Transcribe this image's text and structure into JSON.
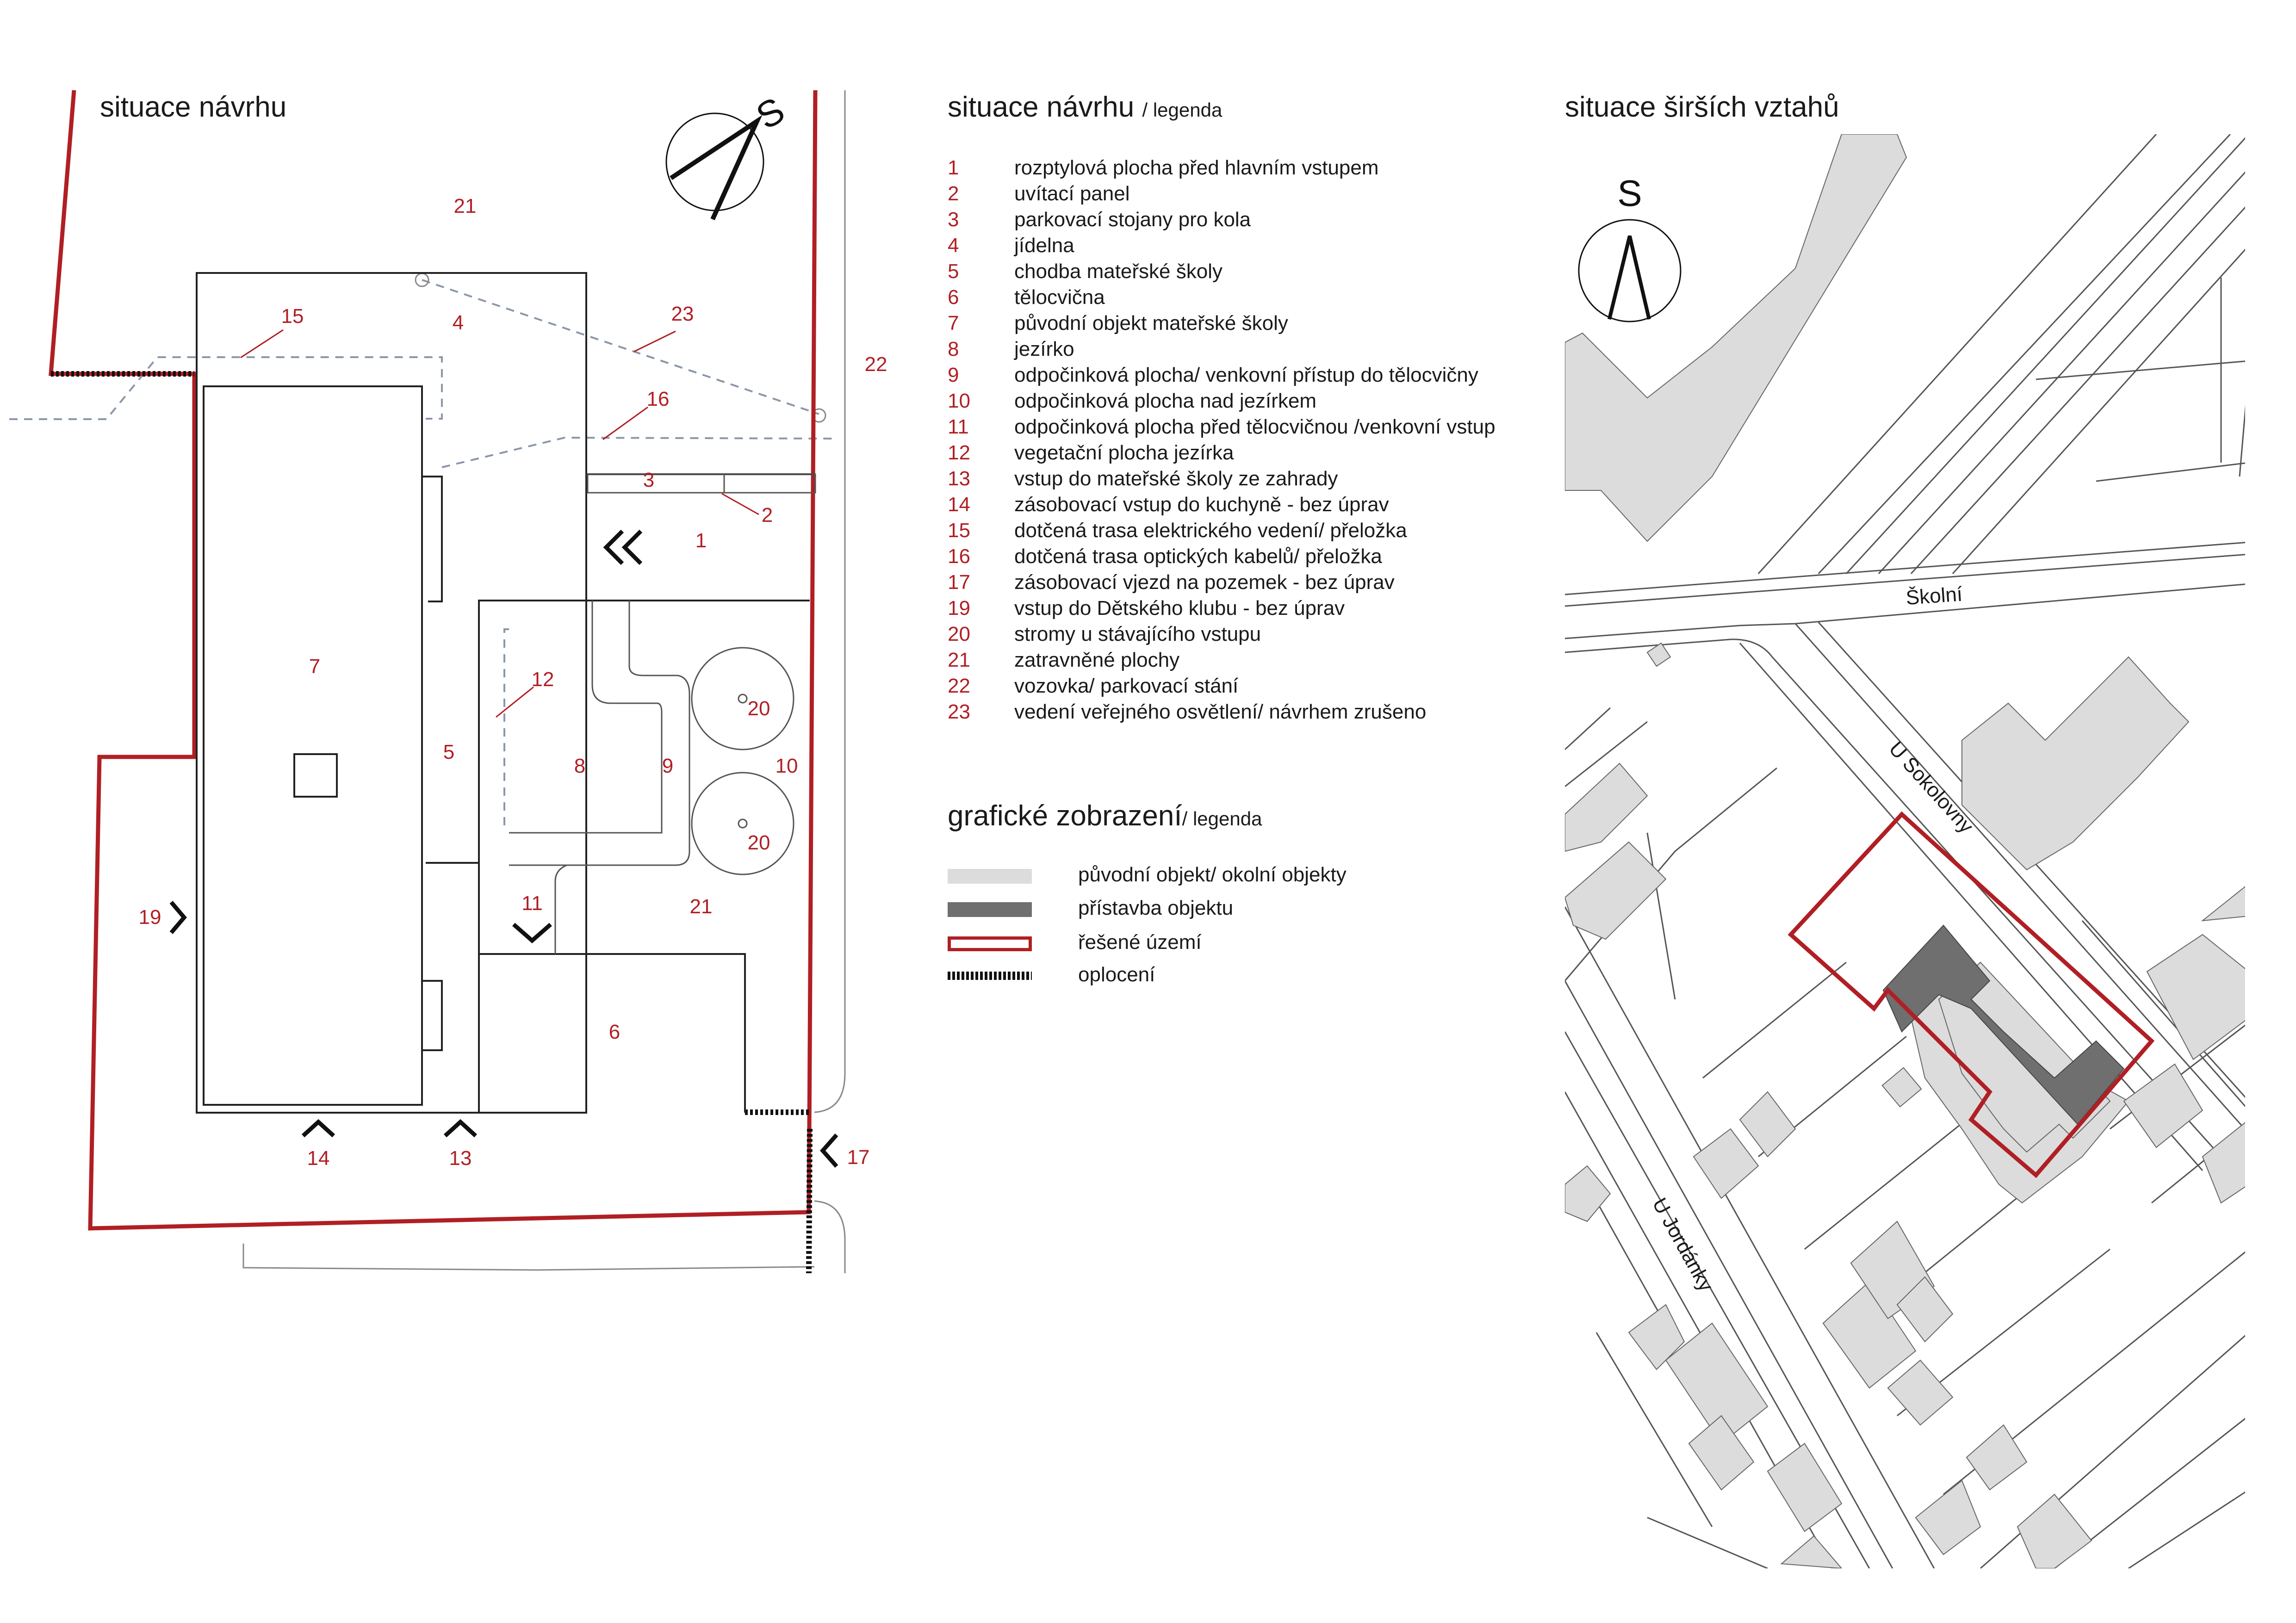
{
  "site_plan": {
    "title": "situace návrhu",
    "north": "S",
    "labels": [
      "1",
      "2",
      "3",
      "4",
      "5",
      "6",
      "7",
      "8",
      "9",
      "10",
      "11",
      "12",
      "13",
      "14",
      "15",
      "16",
      "17",
      "19",
      "20",
      "20",
      "21",
      "21",
      "22",
      "23"
    ]
  },
  "legend": {
    "title": "situace návrhu",
    "subtitle": "/ legenda",
    "items": [
      {
        "num": "1",
        "text": "rozptylová plocha před hlavním vstupem"
      },
      {
        "num": "2",
        "text": "uvítací panel"
      },
      {
        "num": "3",
        "text": "parkovací stojany pro kola"
      },
      {
        "num": "4",
        "text": "jídelna"
      },
      {
        "num": "5",
        "text": "chodba mateřské školy"
      },
      {
        "num": "6",
        "text": "tělocvična"
      },
      {
        "num": "7",
        "text": "původní objekt mateřské školy"
      },
      {
        "num": "8",
        "text": "jezírko"
      },
      {
        "num": "9",
        "text": "odpočinková plocha/ venkovní přístup do tělocvičny"
      },
      {
        "num": "10",
        "text": "odpočinková plocha nad jezírkem"
      },
      {
        "num": "11",
        "text": "odpočinková plocha před tělocvičnou /venkovní vstup"
      },
      {
        "num": "12",
        "text": "vegetační plocha jezírka"
      },
      {
        "num": "13",
        "text": "vstup do mateřské školy ze zahrady"
      },
      {
        "num": "14",
        "text": "zásobovací vstup do kuchyně - bez úprav"
      },
      {
        "num": "15",
        "text": "dotčená trasa elektrického vedení/ přeložka"
      },
      {
        "num": "16",
        "text": "dotčená trasa optických kabelů/ přeložka"
      },
      {
        "num": "17",
        "text": "zásobovací vjezd na pozemek  - bez úprav"
      },
      {
        "num": "19",
        "text": "vstup do Dětského klubu - bez úprav"
      },
      {
        "num": "20",
        "text": "stromy u stávajícího vstupu"
      },
      {
        "num": "21",
        "text": "zatravněné plochy"
      },
      {
        "num": "22",
        "text": "vozovka/ parkovací stání"
      },
      {
        "num": "23",
        "text": "vedení veřejného osvětlení/ návrhem zrušeno"
      }
    ]
  },
  "graphic_legend": {
    "title": "grafické zobrazení",
    "subtitle": "/ legenda",
    "items": [
      {
        "text": "původní objekt/ okolní objekty",
        "color": "#dcdcdc"
      },
      {
        "text": "přístavba objektu",
        "color": "#6f6f6f"
      },
      {
        "text": "řešené území",
        "color": "#b01f24"
      },
      {
        "text": "oplocení",
        "color": "#111111"
      }
    ]
  },
  "context_plan": {
    "title": "situace širších vztahů",
    "north": "S",
    "streets": [
      "Školní",
      "U Sokolovny",
      "U Jordánky"
    ]
  },
  "colors": {
    "accent": "#b01f24",
    "light_gray": "#dcdcdc",
    "dark_gray": "#6f6f6f",
    "line": "#1a1a1a"
  }
}
